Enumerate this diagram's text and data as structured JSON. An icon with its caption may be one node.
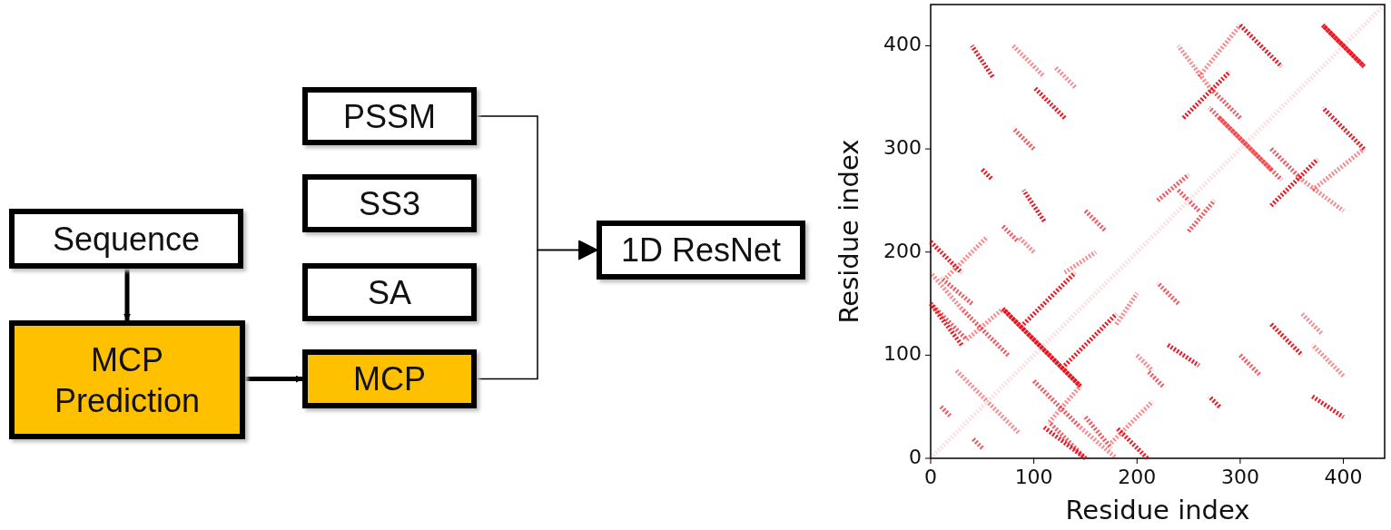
{
  "diagram": {
    "nodes": [
      {
        "text": [
          "Sequence"
        ]
      },
      {
        "text": [
          "MCP Prediction"
        ]
      },
      {
        "text": [
          "PSSM"
        ]
      },
      {
        "text": [
          "SS3"
        ]
      },
      {
        "text": [
          "SA"
        ]
      },
      {
        "text": [
          "MCP"
        ]
      },
      {
        "text": [
          "1D ResNet"
        ]
      }
    ],
    "edges": [
      {
        "from": 0,
        "to": 1,
        "arrow": "to",
        "style": "thick"
      },
      {
        "from": 1,
        "to": 5,
        "arrow": "to",
        "style": "thick"
      },
      {
        "from": 2,
        "to": 6,
        "arrow": "to"
      },
      {
        "from": 5,
        "to": 6,
        "arrow": "to"
      }
    ],
    "labels": [
      "400",
      "300",
      "200",
      "100",
      "0",
      "Residue index",
      "0",
      "100",
      "200",
      "300",
      "400",
      "Residue index"
    ]
  }
}
